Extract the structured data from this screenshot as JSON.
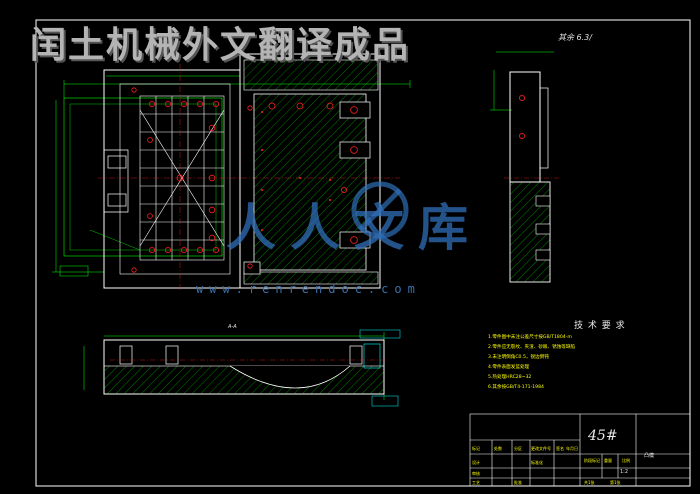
{
  "watermark": {
    "title": "闰土机械外文翻译成品",
    "logo_text": "人人文库",
    "site": "www.renrendoc.com"
  },
  "drawing": {
    "top_right_note": "其余 6.3/",
    "technical_requirements": {
      "heading": "技 术 要 求",
      "items": [
        "1.零件图中未注公差尺寸按GB/T1804-m",
        "2.零件应无裂纹、夹渣、砂眼、锈蚀等缺陷",
        "3.未注明倒角C0.5，锐边倒钝",
        "4.零件表面发蓝处理",
        "5.热处理HRC28~32",
        "6.其余按GB/T4-171-1984"
      ]
    },
    "title_block": {
      "material": "45#",
      "part_name": "凸模",
      "cells": [
        "标记",
        "处数",
        "分区",
        "更改文件号",
        "签名",
        "年月日",
        "设计",
        "标准化",
        "阶段标记",
        "重量",
        "比例",
        "审核",
        "工艺",
        "批准",
        "共1张",
        "第1张"
      ],
      "scale": "1:2"
    },
    "section_label": "A-A"
  },
  "colors": {
    "outline": "#ffffff",
    "green": "#00ff00",
    "red": "#ff2020",
    "cyan": "#00ffff",
    "yellow": "#ffff00",
    "magenta": "#ff40ff",
    "hatch": "#00cc00",
    "watermark_blue": "#2f6fb8"
  }
}
